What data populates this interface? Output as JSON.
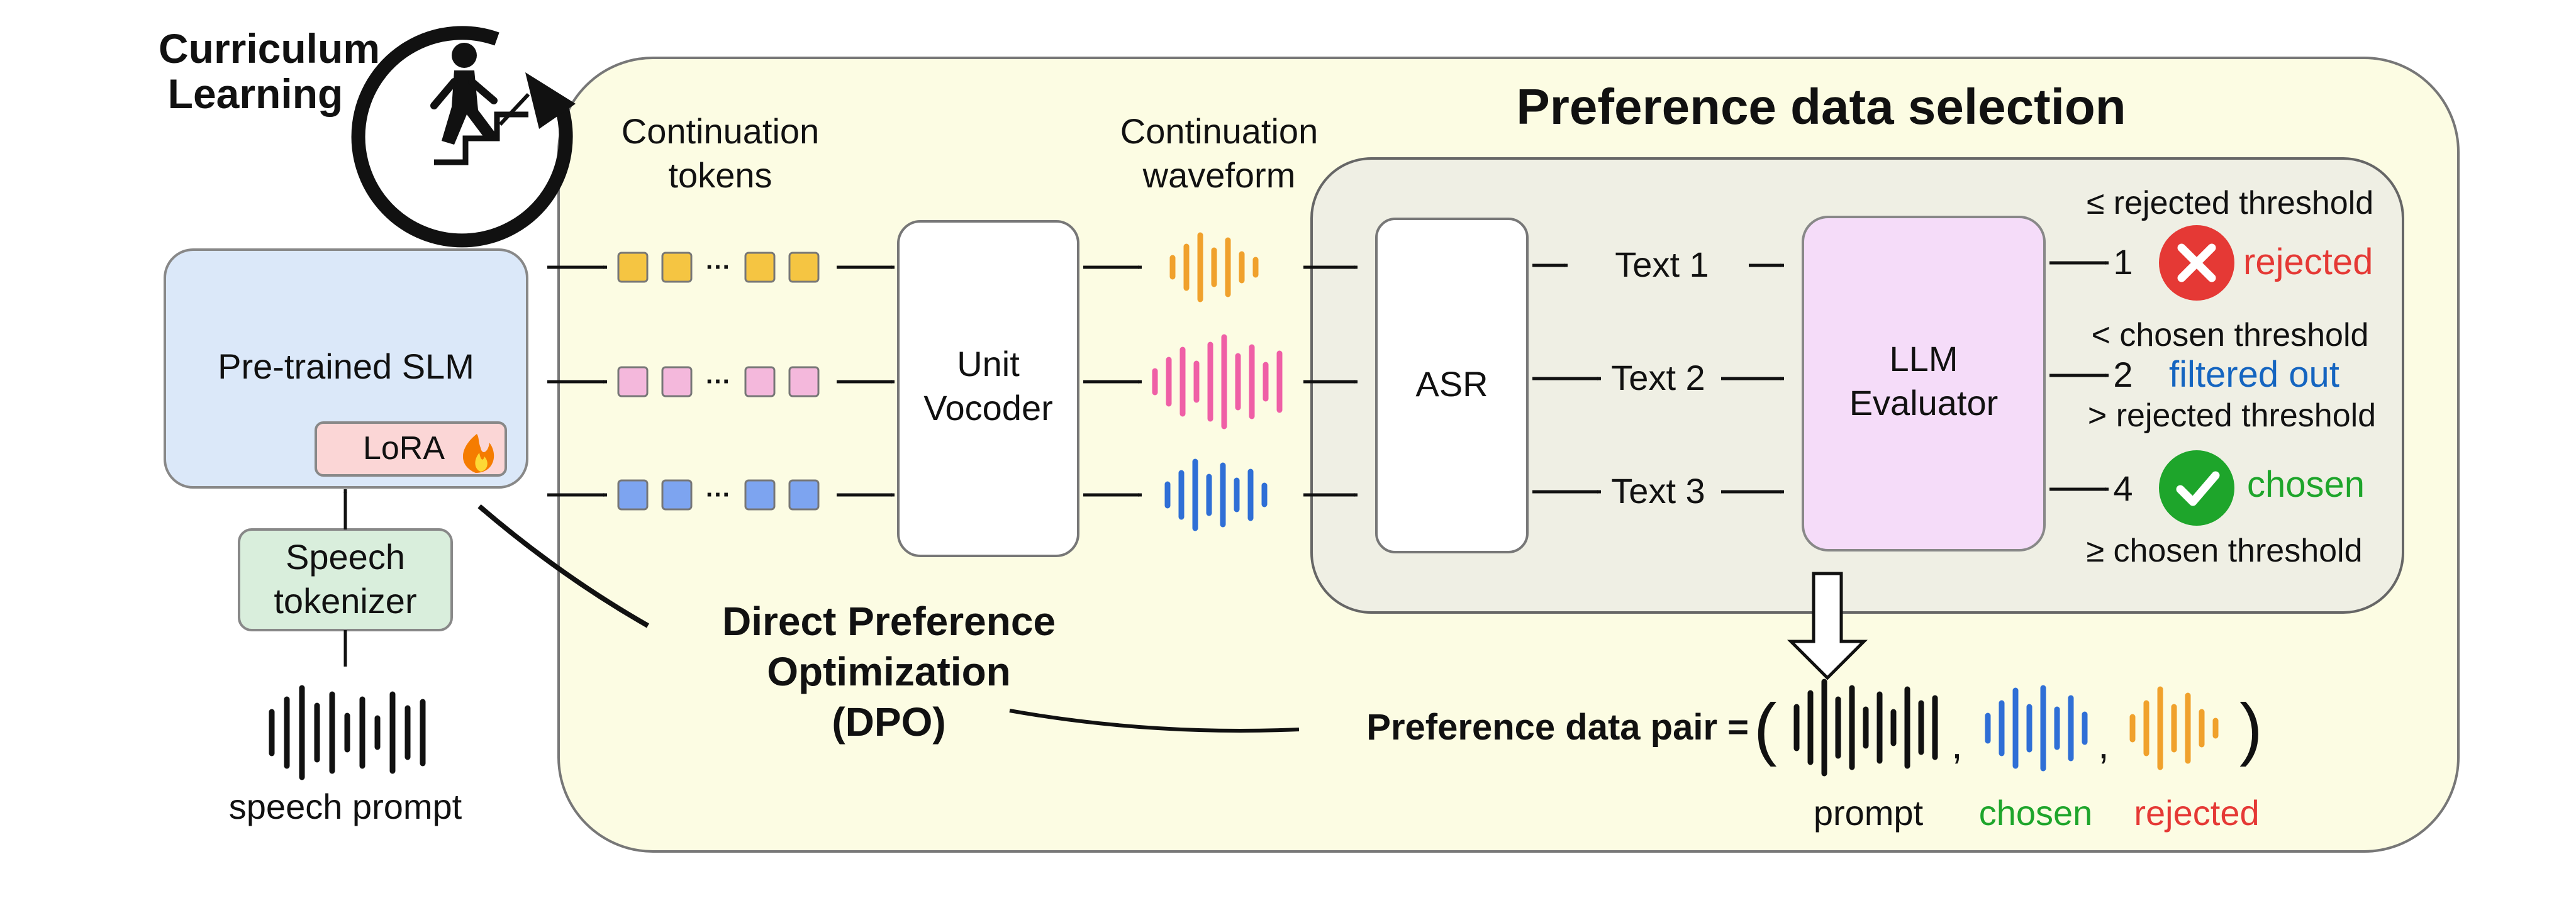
{
  "curriculum": {
    "line1": "Curriculum",
    "line2": "Learning"
  },
  "slm": {
    "label": "Pre-trained SLM",
    "lora": "LoRA",
    "lora_icon": "fire-icon"
  },
  "tokenizer": {
    "line1": "Speech",
    "line2": "tokenizer"
  },
  "speech_prompt": {
    "label": "speech prompt"
  },
  "section_title": "Preference data selection",
  "continuation_tokens": {
    "line1": "Continuation",
    "line2": "tokens"
  },
  "continuation_waveform": {
    "line1": "Continuation",
    "line2": "waveform"
  },
  "ellipsis": "···",
  "vocoder": {
    "line1": "Unit",
    "line2": "Vocoder"
  },
  "asr": {
    "label": "ASR"
  },
  "texts": [
    "Text 1",
    "Text 2",
    "Text 3"
  ],
  "evaluator": {
    "line1": "LLM",
    "line2": "Evaluator"
  },
  "outcomes": {
    "row1": {
      "threshold": "≤ rejected threshold",
      "score": "1",
      "label": "rejected"
    },
    "row2": {
      "threshold_top": "< chosen threshold",
      "score": "2",
      "label": "filtered out",
      "threshold_bottom": "> rejected threshold"
    },
    "row3": {
      "score": "4",
      "label": "chosen",
      "threshold": "≥ chosen threshold"
    }
  },
  "dpo": {
    "line1": "Direct Preference",
    "line2": "Optimization",
    "line3": "(DPO)"
  },
  "pair": {
    "label": "Preference data pair =",
    "open": "(",
    "close": ")",
    "comma": ",",
    "prompt": "prompt",
    "chosen": "chosen",
    "rejected": "rejected"
  },
  "colors": {
    "yellow": "#f5c542",
    "pink": "#f4b8dc",
    "blue": "#7da4f0",
    "wave_orange": "#f0a12c",
    "wave_pink": "#ef5fa6",
    "wave_blue": "#2f6fd6",
    "red": "#e53935",
    "green": "#1ea52b",
    "filtered_blue": "#1565c0"
  }
}
